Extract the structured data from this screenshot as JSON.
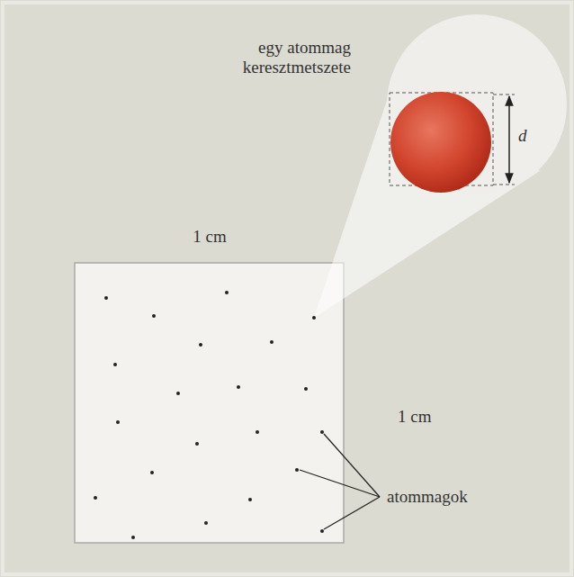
{
  "diagram": {
    "labels": [
      "egy atommag keresztmetszete",
      "1 cm",
      "1 cm",
      "atommagok",
      "d"
    ]
  }
}
